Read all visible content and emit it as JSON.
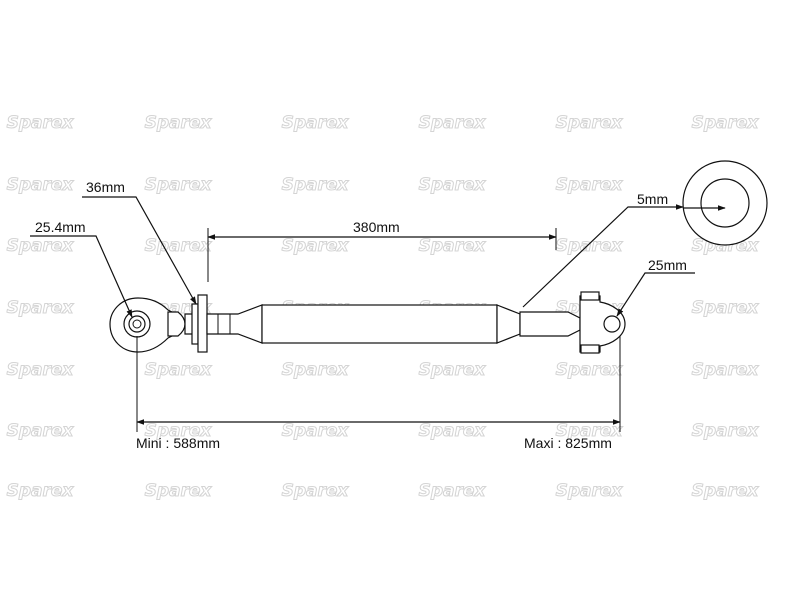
{
  "watermark": {
    "text": "Sparex",
    "color": "#d4d4d4",
    "rows": [
      122,
      184,
      245,
      307,
      369,
      430,
      490
    ],
    "cols": [
      40,
      178,
      315,
      452,
      589,
      725
    ]
  },
  "labels": {
    "d36": "36mm",
    "d25_4": "25.4mm",
    "d380": "380mm",
    "d5": "5mm",
    "d25": "25mm",
    "mini": "Mini : 588mm",
    "maxi": "Maxi : 825mm"
  },
  "icons": {
    "arrowhead": "arrowhead-icon",
    "washer": "washer-icon"
  }
}
